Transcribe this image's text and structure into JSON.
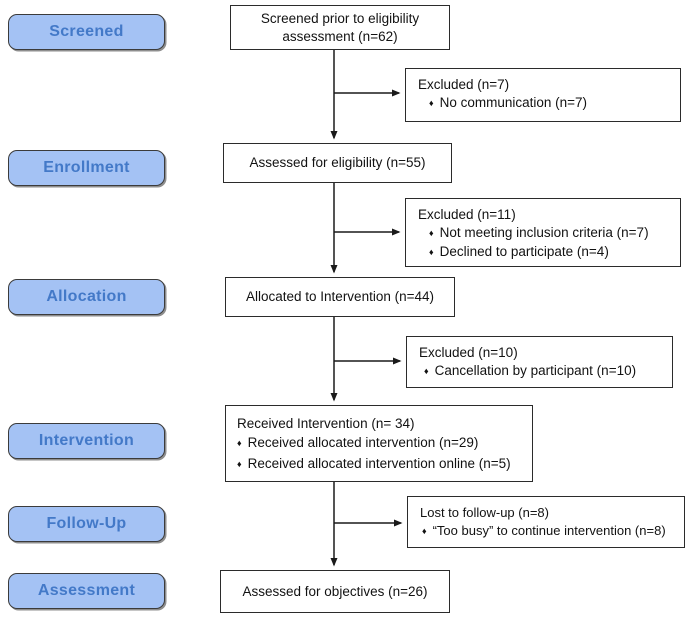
{
  "diagram": {
    "type": "consort-flow-diagram",
    "bullet_glyph": "♦",
    "colors": {
      "stage_fill": "#A4C2F4",
      "stage_text": "#4379C8",
      "stage_border": "#3B3B3B",
      "box_border": "#2B2B2B",
      "connector": "#1A1A1A"
    },
    "stages": [
      {
        "label": "Screened"
      },
      {
        "label": "Enrollment"
      },
      {
        "label": "Allocation"
      },
      {
        "label": "Intervention"
      },
      {
        "label": "Follow-Up"
      },
      {
        "label": "Assessment"
      }
    ],
    "boxes": {
      "screened_prior": {
        "lines": [
          "Screened prior to eligibility",
          "assessment (n=62)"
        ]
      },
      "assessed_eligibility": {
        "title": "Assessed for eligibility (n=55)"
      },
      "allocated": {
        "title": "Allocated to Intervention (n=44)"
      },
      "received": {
        "title": "Received Intervention (n= 34)",
        "bullets": [
          "Received allocated intervention (n=29)",
          "Received allocated intervention online (n=5)"
        ]
      },
      "assessed_objectives": {
        "title": "Assessed for objectives (n=26)"
      },
      "excluded_screening": {
        "title": "Excluded (n=7)",
        "bullets": [
          "No communication (n=7)"
        ]
      },
      "excluded_eligibility": {
        "title": "Excluded (n=11)",
        "bullets": [
          "Not meeting inclusion criteria (n=7)",
          "Declined to participate (n=4)"
        ]
      },
      "excluded_allocation": {
        "title": "Excluded (n=10)",
        "bullets": [
          "Cancellation by participant (n=10)"
        ]
      },
      "lost_followup": {
        "title": "Lost to follow-up (n=8)",
        "bullets": [
          "“Too busy” to continue intervention (n=8)"
        ]
      }
    }
  }
}
